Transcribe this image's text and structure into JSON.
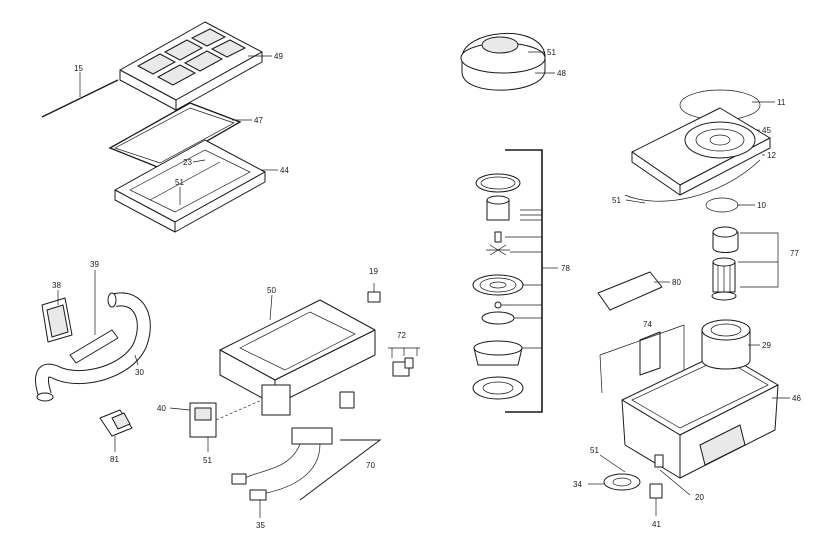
{
  "callouts": {
    "c10": "10",
    "c11": "11",
    "c12": "12",
    "c15": "15",
    "c19": "19",
    "c20": "20",
    "c23": "23",
    "c29": "29",
    "c30": "30",
    "c34": "34",
    "c35": "35",
    "c38": "38",
    "c39": "39",
    "c40": "40",
    "c41": "41",
    "c44": "44",
    "c45": "45",
    "c46": "46",
    "c47": "47",
    "c48": "48",
    "c49": "49",
    "c50": "50",
    "c51a": "51",
    "c51b": "51",
    "c51c": "51",
    "c51d": "51",
    "c51e": "51",
    "c70": "70",
    "c72": "72",
    "c74": "74",
    "c77": "77",
    "c78": "78",
    "c80": "80",
    "c81": "81"
  },
  "colors": {
    "line": "#1a1a1a",
    "fill": "#ffffff",
    "shade": "#e9e9e9"
  }
}
